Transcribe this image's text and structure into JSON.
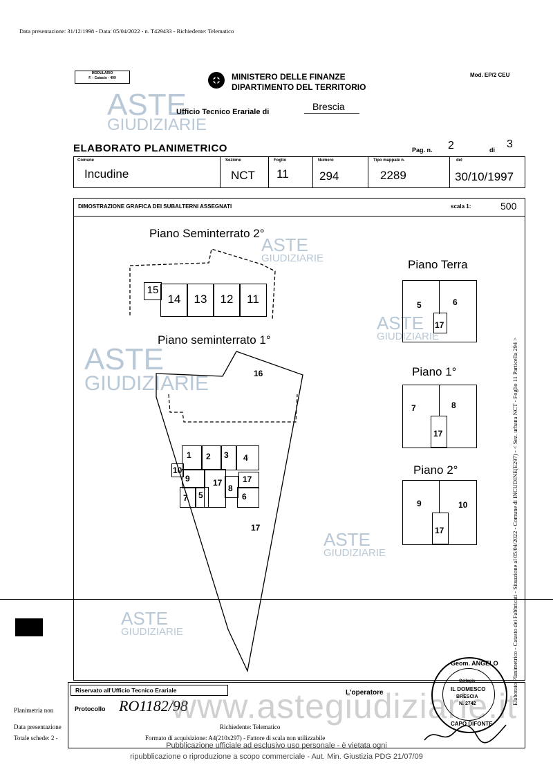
{
  "header_line": "Data presentazione: 31/12/1998 - Data: 05/04/2022 - n. T429433 - Richiedente: Telematico",
  "form": {
    "modulario": "MODULARIO\nF. - Catasto - 499",
    "ministry_line1": "MINISTERO DELLE FINANZE",
    "ministry_line2": "DIPARTIMENTO DEL TERRITORIO",
    "model_code": "Mod. EP/2 CEU",
    "ufficio_label": "Ufficio Tecnico Erariale di",
    "ufficio_value": "Brescia",
    "title": "ELABORATO PLANIMETRICO",
    "pag_label": "Pag. n.",
    "pag_value": "2",
    "di_label": "di",
    "di_value": "3"
  },
  "fields": {
    "comune_label": "Comune",
    "comune_value": "Incudine",
    "sezione_label": "Sezione",
    "sezione_value": "NCT",
    "foglio_label": "Foglio",
    "foglio_value": "11",
    "numero_label": "Numero",
    "numero_value": "294",
    "tipo_label": "Tipo mappale n.",
    "tipo_value": "2289",
    "del_label": "del",
    "del_value": "30/10/1997"
  },
  "dimostrazione": {
    "label": "DIMOSTRAZIONE GRAFICA DEI SUBALTERNI ASSEGNATI",
    "scala_label": "scala 1:",
    "scala_value": "500"
  },
  "plans": {
    "seminterrato2_title": "Piano Seminterrato 2°",
    "seminterrato2_rooms": [
      "15",
      "14",
      "13",
      "12",
      "11"
    ],
    "seminterrato1_title": "Piano seminterrato 1°",
    "seminterrato1_labels": [
      "16",
      "1",
      "2",
      "3",
      "4",
      "10",
      "9",
      "17",
      "17",
      "8",
      "7",
      "5",
      "6",
      "17"
    ],
    "terra_title": "Piano Terra",
    "terra_labels": [
      "5",
      "6",
      "17"
    ],
    "primo_title": "Piano 1°",
    "primo_labels": [
      "7",
      "8",
      "17"
    ],
    "secondo_title": "Piano 2°",
    "secondo_labels": [
      "9",
      "10",
      "17"
    ]
  },
  "side_text": "Elaborato Planimetrico - Catasto dei Fabbricati - Situazione al 05/04/2022 - Comune di INCUDINE(E297) - < Sez. urbana NCT - Foglio 11 Particella 294 >",
  "footer": {
    "riservato": "Riservato all'Ufficio Tecnico Erariale",
    "protocollo_label": "Protocollo",
    "protocollo_value": "RO1182/98",
    "operatore": "L'operatore",
    "planimetria_non": "Planimetria non",
    "data_presentazione": "Data presentazione",
    "totale_schede": "Totale schede: 2 -",
    "formato_line": "Formato di acquisizione: A4(210x297) - Fattore di scala non utilizzabile",
    "richiedente": "Richiedente: Telematico",
    "stamp_top": "Geom. ANGELO",
    "stamp_college": "Collegio",
    "stamp_name": "IL DOMESCO",
    "stamp_city": "BRESCIA",
    "stamp_num": "N. 2742",
    "stamp_bottom": "CAPO DIFONTE",
    "publication_line1": "Pubblicazione ufficiale ad esclusivo uso personale - è vietata ogni",
    "publication_line2": "ripubblicazione o riproduzione a scopo commerciale - Aut. Min. Giustizia PDG 21/07/09",
    "big_watermark": "www.astegiudiziarie.it"
  },
  "watermark": {
    "aste": "ASTE",
    "giudiziarie": "GIUDIZIARIE"
  }
}
